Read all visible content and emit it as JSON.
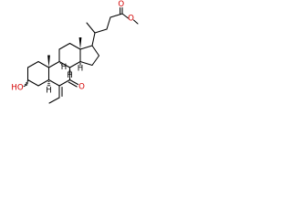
{
  "diagram": {
    "type": "skeletal-structure",
    "atom_labels": {
      "hydroxyl": "HO",
      "ketone_oxygen": "O",
      "ester_carbonyl_oxygen": "O",
      "ester_ether_oxygen": "O",
      "stereo_h_c5": "H",
      "stereo_h_c8": "H",
      "stereo_h_c9": "H",
      "stereo_h_c14": "H"
    },
    "colors": {
      "bond": "#000000",
      "oxygen": "#d40000"
    }
  }
}
